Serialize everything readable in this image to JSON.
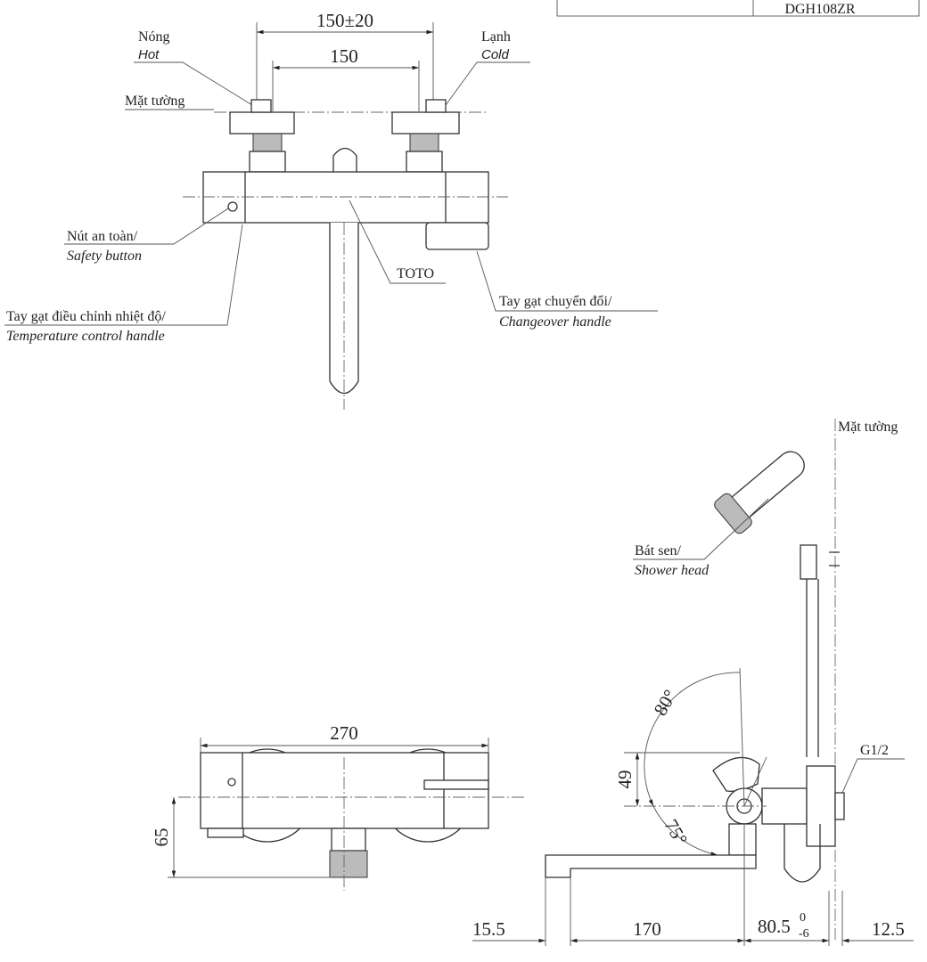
{
  "title_block": {
    "model": "DGH108ZR"
  },
  "top_view": {
    "dim_outer": "150±20",
    "dim_inner": "150",
    "hot_vi": "Nóng",
    "hot_en": "Hot",
    "cold_vi": "Lạnh",
    "cold_en": "Cold",
    "wall_label": "Mặt tường",
    "safety_vi": "Nút an toàn/",
    "safety_en": "Safety button",
    "temp_vi": "Tay gạt điều chỉnh nhiệt độ/",
    "temp_en": "Temperature control handle",
    "brand": "TOTO",
    "changeover_vi": "Tay gạt chuyển đổi/",
    "changeover_en": "Changeover handle"
  },
  "front_view": {
    "dim_width": "270",
    "dim_height": "65"
  },
  "side_view": {
    "wall_label": "Mặt tường",
    "shower_vi": "Bát sen/",
    "shower_en": "Shower head",
    "angle_up": "80°",
    "angle_down": "75°",
    "dim_49": "49",
    "thread": "G1/2",
    "dim_a": "15.5",
    "dim_b": "170",
    "dim_c": "80.5",
    "dim_c_sup": "0",
    "dim_c_sub": "-6",
    "dim_d": "12.5"
  }
}
